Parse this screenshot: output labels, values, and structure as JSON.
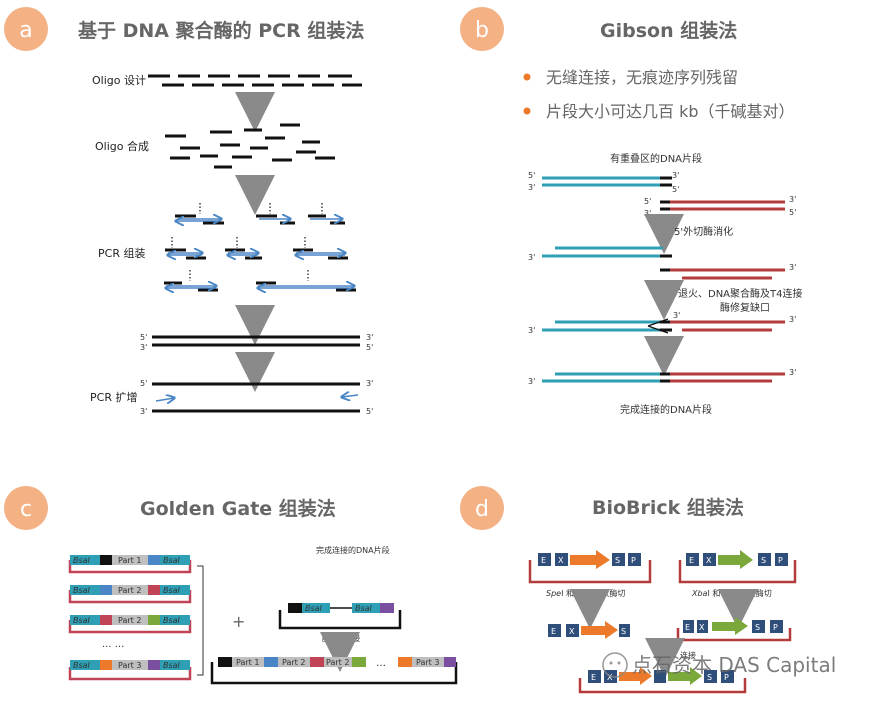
{
  "panel_a": {
    "badge": "a",
    "title": "基于 DNA 聚合酶的 PCR 组装法",
    "oligo_design": "Oligo 设计",
    "oligo_synthesis": "Oligo 合成",
    "pcr_assembly": "PCR 组装",
    "pcr_amplify": "PCR 扩增",
    "p5": "5'",
    "p3": "3'"
  },
  "panel_b": {
    "badge": "b",
    "title": "Gibson 组装法",
    "bullets": [
      "无缝连接，无痕迹序列残留",
      "片段大小可达几百 kb（千碱基对）"
    ],
    "overlap": "有重叠区的DNA片段",
    "exo": "5'外切酶消化",
    "anneal1": "退火、DNA聚合酶及T4连接",
    "anneal2": "酶修复缺口",
    "complete": "完成连接的DNA片段",
    "p5": "5'",
    "p3": "3'"
  },
  "panel_c": {
    "badge": "c",
    "title": "Golden Gate 组装法",
    "complete": "完成连接的DNA片段",
    "bsal": "BsaI",
    "parts": [
      "Part 1",
      "Part 2",
      "Part 2",
      "Part 3"
    ],
    "dots": "…",
    "dots_row": "··· ···",
    "plus": "+",
    "cut_ligate": "酶切&连接",
    "final_parts": [
      "Part 1",
      "Part 2",
      "Part 2",
      "Part 3"
    ]
  },
  "panel_d": {
    "badge": "d",
    "title": "BioBrick 组装法",
    "cut_left_a": "Spe",
    "cut_left_b": "I 和 ",
    "cut_left_c": "Eco",
    "cut_left_d": "RI 双酶切",
    "cut_right_a": "Xba",
    "cut_right_b": "I 和 ",
    "cut_right_c": "Eco",
    "cut_right_d": "RI 双酶切",
    "ligate": "连接",
    "e": "E",
    "x": "X",
    "s": "S",
    "p": "P"
  },
  "watermark": "点石资本 DAS Capital",
  "colors": {
    "badge": "#f4b183",
    "black": "#111111",
    "blue": "#4a86c5",
    "teal": "#2e9fb5",
    "red": "#b33b3b",
    "navy": "#2f4f7a",
    "orange": "#ec7a2a",
    "green": "#7aa83b",
    "purple": "#7b4fa0"
  }
}
